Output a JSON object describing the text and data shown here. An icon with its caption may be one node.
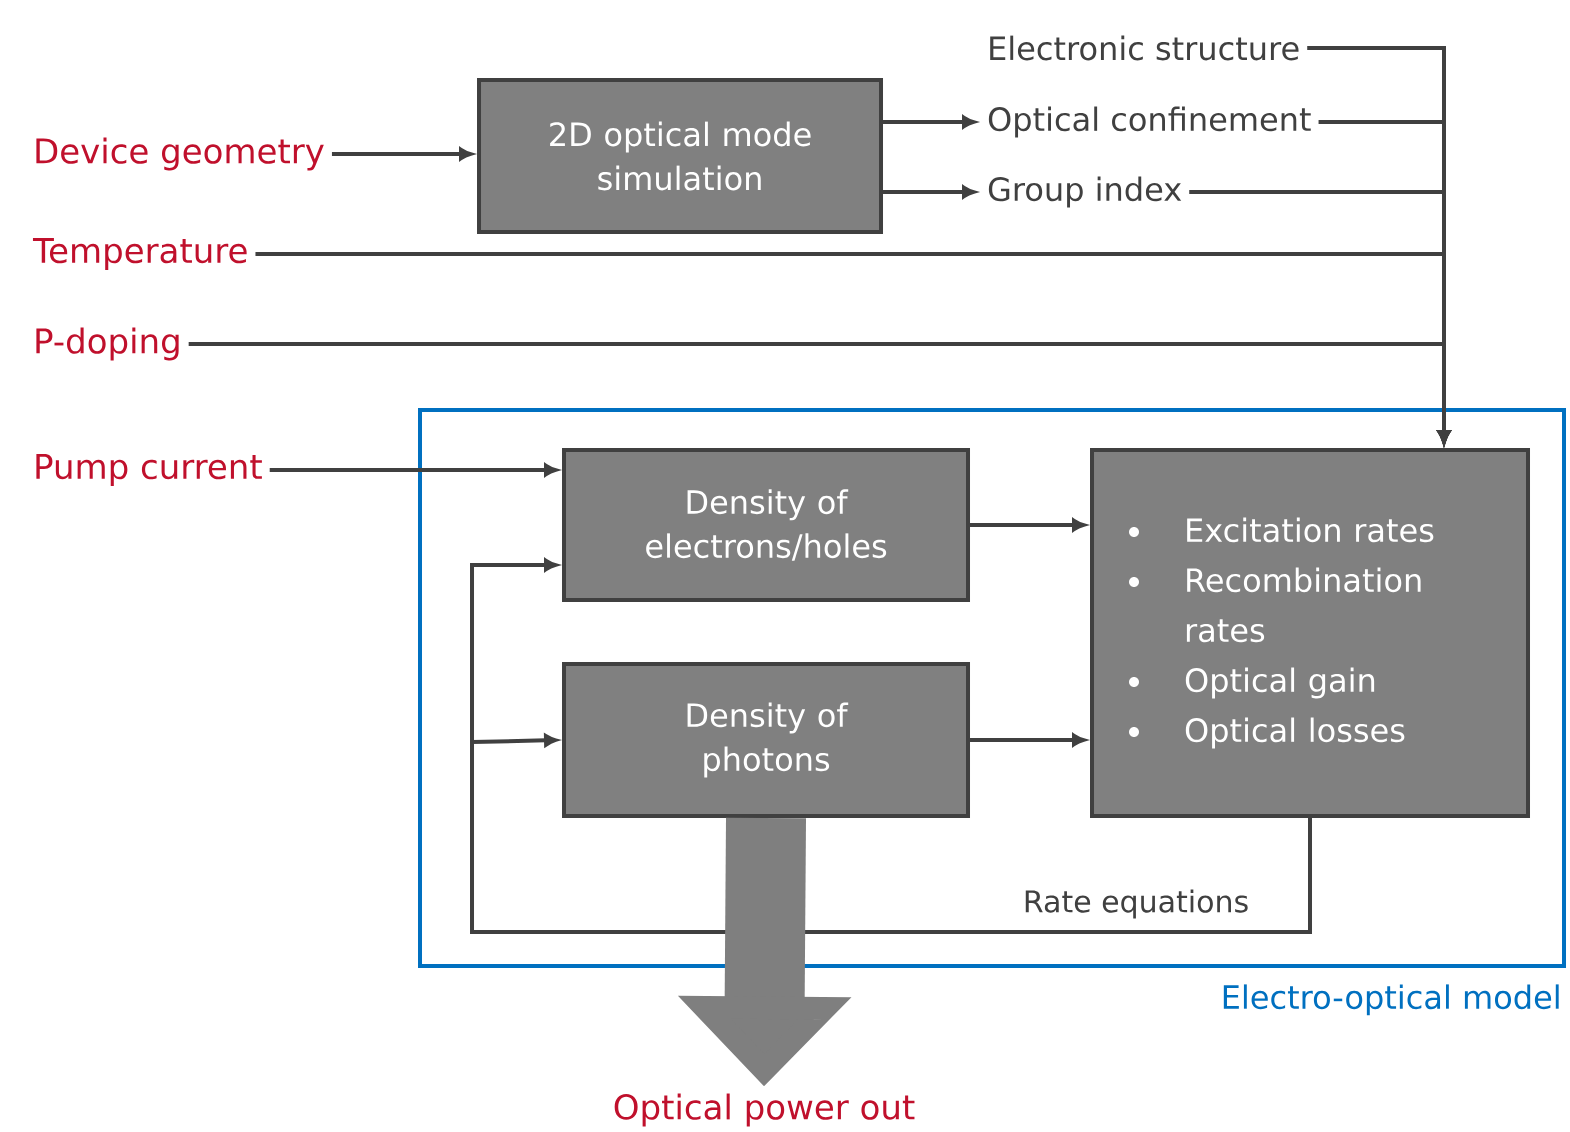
{
  "diagram": {
    "nodes": [
      {
        "text": [
          "Device geometry"
        ]
      },
      {
        "text": [
          "2D optical mode simulation"
        ]
      },
      {
        "text": [
          "Electronic structure"
        ]
      },
      {
        "text": [
          "Optical confinement"
        ]
      },
      {
        "text": [
          "Group index"
        ]
      },
      {
        "text": [
          "Temperature"
        ]
      },
      {
        "text": [
          "P-doping"
        ]
      },
      {
        "text": [
          "Electro-optical model"
        ]
      },
      {
        "text": [
          "Pump current"
        ]
      },
      {
        "text": [
          "Density of electrons/holes"
        ],
        "in": 7
      },
      {
        "text": [
          "Density of photons"
        ],
        "in": 7
      },
      {
        "text": [
          "Excitation rates",
          "Recombination rates",
          "Optical gain",
          "Optical losses"
        ],
        "in": 7
      },
      {
        "text": [
          "Optical power out"
        ]
      }
    ],
    "edges": [
      {
        "from": 0,
        "to": 1,
        "arrow": "to"
      },
      {
        "from": 1,
        "to": 3,
        "arrow": "to"
      },
      {
        "from": 1,
        "to": 4,
        "arrow": "to"
      },
      {
        "from": 2,
        "to": 11,
        "arrow": "to"
      },
      {
        "from": 3,
        "to": 11,
        "arrow": "to"
      },
      {
        "from": 4,
        "to": 11,
        "arrow": "to"
      },
      {
        "from": 5,
        "to": 11,
        "arrow": "to"
      },
      {
        "from": 6,
        "to": 11,
        "arrow": "to"
      },
      {
        "from": 8,
        "to": 9,
        "arrow": "to"
      },
      {
        "from": 9,
        "to": 11,
        "arrow": "to"
      },
      {
        "from": 10,
        "to": 11,
        "arrow": "to"
      },
      {
        "from": 11,
        "to": 9,
        "arrow": "to",
        "label": "Rate equations"
      },
      {
        "from": 11,
        "to": 10,
        "arrow": "to"
      },
      {
        "from": 10,
        "to": 12,
        "arrow": "to",
        "style": "thick",
        "color": "#7f7f7f"
      }
    ]
  }
}
